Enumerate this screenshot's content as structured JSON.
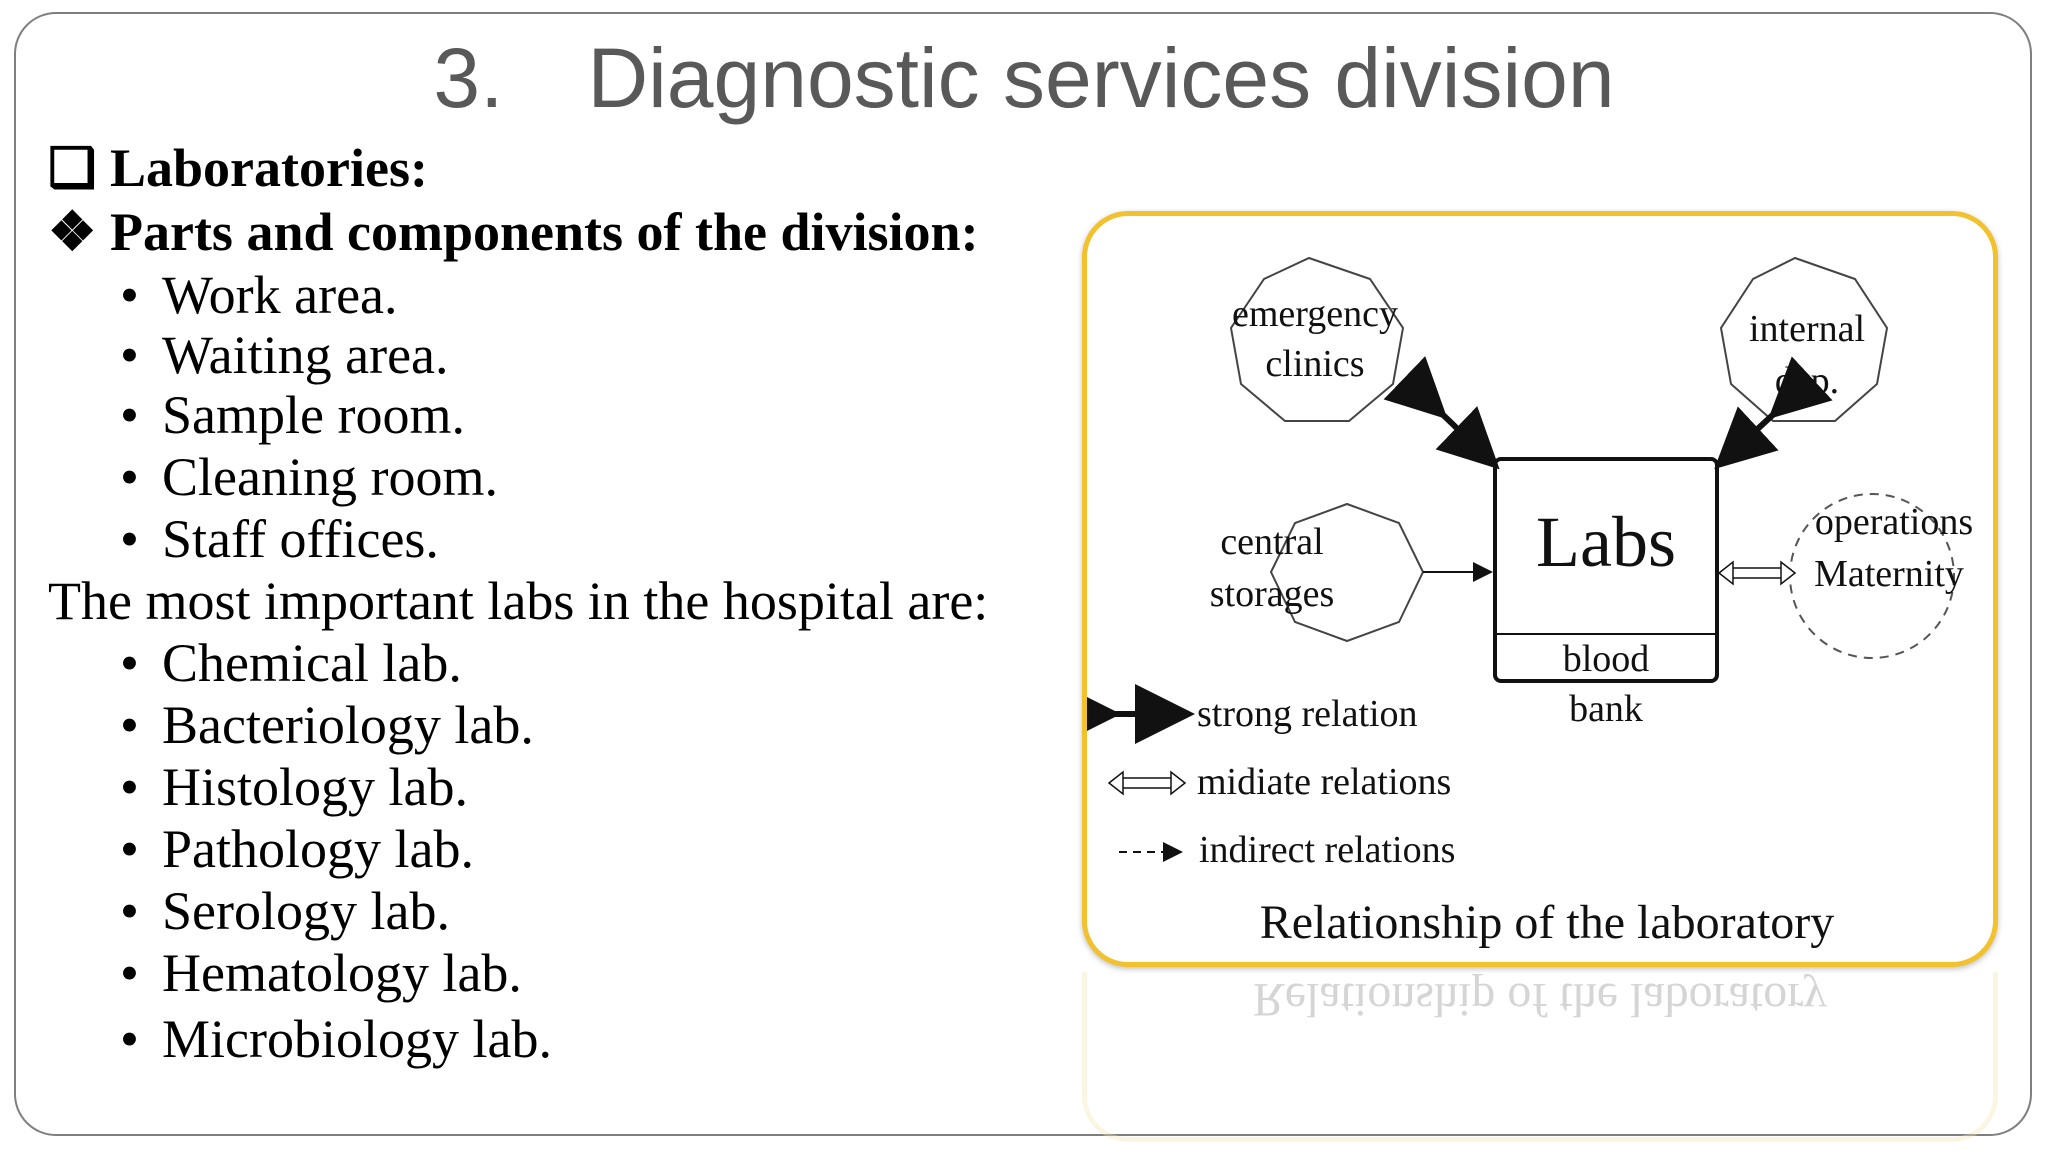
{
  "slide": {
    "title": "3. Diagnostic services division",
    "laboratories_heading": "Laboratories:",
    "parts_heading": "Parts and components of the division:",
    "parts": [
      "Work area.",
      "Waiting area.",
      "Sample room.",
      "Cleaning room.",
      "Staff offices."
    ],
    "labs_intro": "The most important labs in the hospital are:",
    "labs": [
      "Chemical lab.",
      "Bacteriology lab.",
      "Histology lab.",
      "Pathology lab.",
      "Serology lab.",
      "Hematology lab.",
      "Microbiology lab."
    ]
  },
  "figure": {
    "node_emergency": [
      "emergency",
      "clinics"
    ],
    "node_internal": [
      "internal",
      "dep."
    ],
    "node_central": [
      "central",
      "storages"
    ],
    "node_operations": [
      "operations",
      "Maternity"
    ],
    "labs_box": "Labs",
    "labs_sub": [
      "blood",
      "bank"
    ],
    "legend_strong": "strong relation",
    "legend_midiate": "midiate relations",
    "legend_indirect": "indirect relations",
    "caption": "Relationship of the laboratory",
    "accent_color": "#f2c12e"
  }
}
